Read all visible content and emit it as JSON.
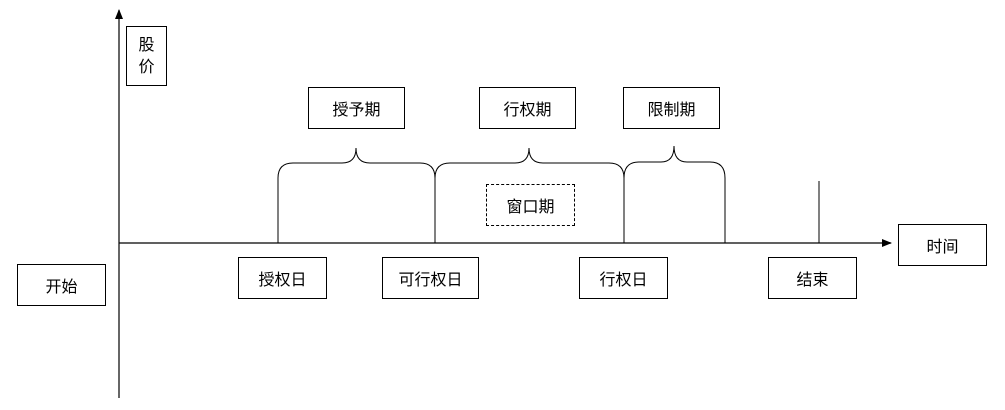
{
  "labels": {
    "price_axis": [
      "股",
      "价"
    ],
    "time_axis": "时间",
    "start": "开始",
    "grant_period": "授予期",
    "exercise_period": "行权期",
    "restricted_period": "限制期",
    "window_period": "窗口期",
    "grant_date": "授权日",
    "vesting_date": "可行权日",
    "exercise_date": "行权日",
    "end": "结束"
  }
}
